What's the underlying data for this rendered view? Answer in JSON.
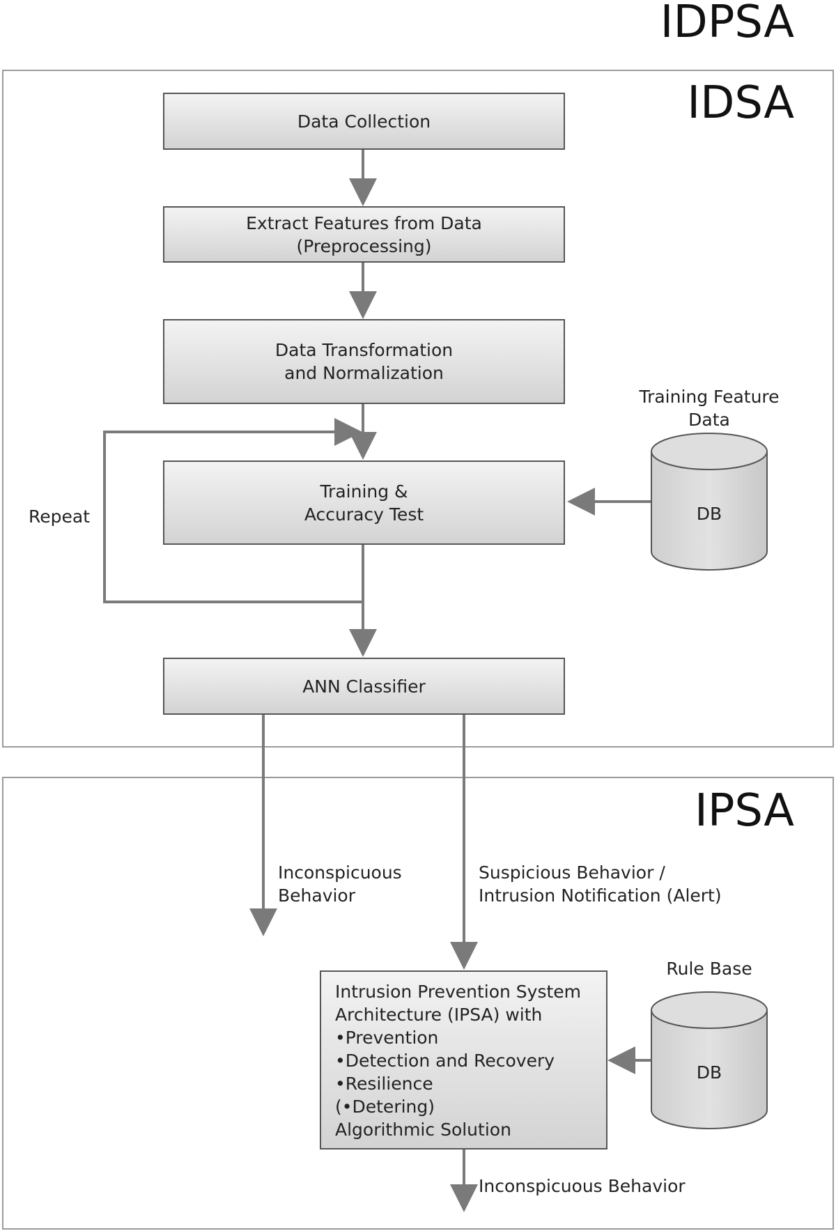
{
  "titles": {
    "outer": "IDPSA",
    "ids": "IDSA",
    "ips": "IPSA"
  },
  "steps": {
    "collect": "Data Collection",
    "extract_1": "Extract Features from Data",
    "extract_2": "(Preprocessing)",
    "transform_1": "Data Transformation",
    "transform_2": "and Normalization",
    "train_1": "Training &",
    "train_2": "Accuracy Test",
    "classifier": "ANN Classifier"
  },
  "labels": {
    "repeat": "Repeat",
    "training_db_1": "Training Feature",
    "training_db_2": "Data",
    "db": "DB",
    "inconspicuous_1": "Inconspicuous",
    "inconspicuous_2": "Behavior",
    "suspicious_1": "Suspicious Behavior /",
    "suspicious_2": "Intrusion Notification (Alert)",
    "rule_base": "Rule Base",
    "final_out": "Inconspicuous Behavior"
  },
  "ipsa_box": {
    "line1": "Intrusion Prevention System",
    "line2": "Architecture (IPSA) with",
    "line3": "•Prevention",
    "line4": "•Detection and Recovery",
    "line5": "•Resilience",
    "line6": "(•Detering)",
    "line7": "Algorithmic Solution"
  },
  "colors": {
    "arrow": "#7a7a7a",
    "frame": "#9a9a9a",
    "box_border": "#555555",
    "fill_light": "#f3f3f3",
    "fill_dark": "#d3d3d3"
  }
}
